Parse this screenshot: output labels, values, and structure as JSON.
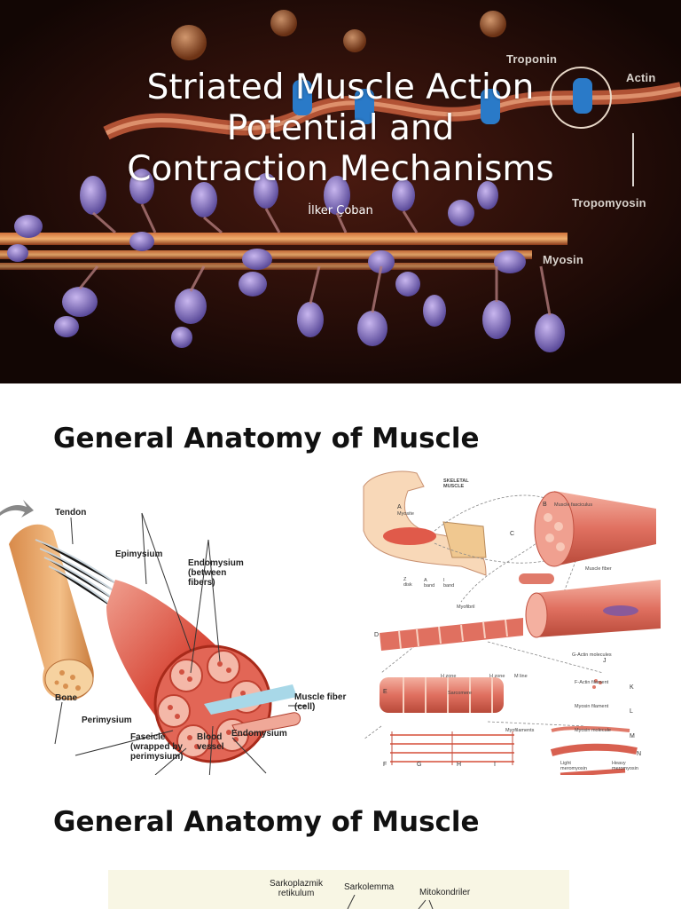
{
  "slides": [
    {
      "title_lines": [
        "Striated Muscle Action",
        "Potential and",
        "Contraction Mechanisms"
      ],
      "subtitle": "İlker Çoban",
      "image_labels": {
        "troponin": "Troponin",
        "actin": "Actin",
        "tropomyosin": "Tropomyosin",
        "myosin": "Myosin"
      }
    },
    {
      "heading": "General Anatomy of Muscle",
      "left_labels": {
        "tendon": "Tendon",
        "epimysium": "Epimysium",
        "endomysium_between": [
          "Endomysium",
          "(between",
          "fibers)"
        ],
        "bone": "Bone",
        "perimysium": "Perimysium",
        "fascicle": [
          "Fascicle",
          "(wrapped by",
          "perimysium)"
        ],
        "blood_vessel": [
          "Blood",
          "vessel"
        ],
        "endomysium": "Endomysium",
        "muscle_fiber": [
          "Muscle fiber",
          "(cell)"
        ]
      },
      "right_labels": {
        "skeletal_muscle": [
          "SKELETAL",
          "MUSCLE"
        ],
        "myosite": "Myosite",
        "muscle_fasciculus": "Muscle fasciculus",
        "muscle_fiber": "Muscle fiber",
        "myofibril": "Myofibril",
        "g_actin": "G-Actin molecules",
        "f_actin": "F-Actin filament",
        "myosin_filament": "Myosin filament",
        "myosin_molecule": "Myosin molecule",
        "light_meromyosin": [
          "Light",
          "meromyosin"
        ],
        "heavy_meromyosin": [
          "Heavy",
          "meromyosin"
        ],
        "sarcomere": "Sarcomere",
        "myofilaments": "Myofilaments",
        "h_zone": "H zone",
        "m_line": "M line",
        "z_disk": [
          "Z",
          "disk"
        ],
        "a_band": [
          "A",
          "band"
        ],
        "i_band": [
          "I",
          "band"
        ],
        "letters": [
          "A",
          "B",
          "C",
          "D",
          "E",
          "F",
          "G",
          "H",
          "I",
          "J",
          "K",
          "L",
          "M",
          "N"
        ]
      }
    },
    {
      "heading": "General Anatomy of Muscle",
      "labels": {
        "sarkoplazmik": [
          "Sarkoplazmik",
          "retikulum"
        ],
        "sarkolemma": "Sarkolemma",
        "mitokondriler": "Mitokondriler"
      }
    }
  ]
}
